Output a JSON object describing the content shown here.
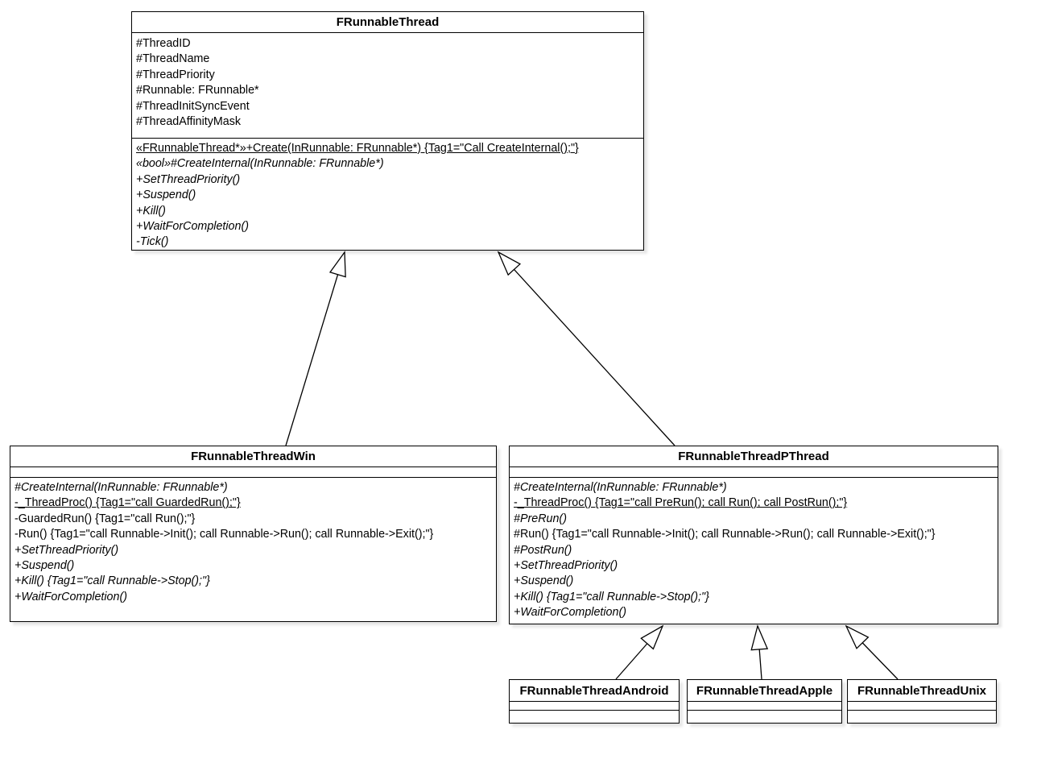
{
  "diagram": {
    "kind": "uml-class-diagram",
    "classes": {
      "base": {
        "title": "FRunnableThread",
        "attributes": [
          "#ThreadID",
          "#ThreadName",
          "#ThreadPriority",
          "#Runnable: FRunnable*",
          "#ThreadInitSyncEvent",
          "#ThreadAffinityMask"
        ],
        "methods": [
          "«FRunnableThread*»+Create(InRunnable: FRunnable*) {Tag1=\"Call CreateInternal();\"}",
          "«bool»#CreateInternal(InRunnable: FRunnable*)",
          "+SetThreadPriority()",
          "+Suspend()",
          "+Kill()",
          "+WaitForCompletion()",
          "-Tick()"
        ]
      },
      "win": {
        "title": "FRunnableThreadWin",
        "attributes": [],
        "methods": [
          "#CreateInternal(InRunnable: FRunnable*)",
          "-_ThreadProc() {Tag1=\"call GuardedRun();\"}",
          "-GuardedRun() {Tag1=\"call Run();\"}",
          "-Run() {Tag1=\"call Runnable->Init(); call Runnable->Run(); call Runnable->Exit();\"}",
          "+SetThreadPriority()",
          "+Suspend()",
          "+Kill() {Tag1=\"call Runnable->Stop();\"}",
          "+WaitForCompletion()"
        ]
      },
      "pthread": {
        "title": "FRunnableThreadPThread",
        "attributes": [],
        "methods": [
          "#CreateInternal(InRunnable: FRunnable*)",
          "-_ThreadProc() {Tag1=\"call PreRun(); call Run(); call PostRun();\"}",
          "#PreRun()",
          "#Run() {Tag1=\"call Runnable->Init(); call Runnable->Run(); call Runnable->Exit();\"}",
          "#PostRun()",
          "+SetThreadPriority()",
          "+Suspend()",
          "+Kill() {Tag1=\"call Runnable->Stop();\"}",
          "+WaitForCompletion()"
        ]
      },
      "android": {
        "title": "FRunnableThreadAndroid",
        "attributes": [],
        "methods": []
      },
      "apple": {
        "title": "FRunnableThreadApple",
        "attributes": [],
        "methods": []
      },
      "unix": {
        "title": "FRunnableThreadUnix",
        "attributes": [],
        "methods": []
      }
    },
    "relations": [
      {
        "from": "FRunnableThreadWin",
        "to": "FRunnableThread",
        "type": "generalization"
      },
      {
        "from": "FRunnableThreadPThread",
        "to": "FRunnableThread",
        "type": "generalization"
      },
      {
        "from": "FRunnableThreadAndroid",
        "to": "FRunnableThreadPThread",
        "type": "generalization"
      },
      {
        "from": "FRunnableThreadApple",
        "to": "FRunnableThreadPThread",
        "type": "generalization"
      },
      {
        "from": "FRunnableThreadUnix",
        "to": "FRunnableThreadPThread",
        "type": "generalization"
      }
    ],
    "colors": {
      "stroke": "#000000",
      "fill": "#ffffff",
      "background": "#ffffff"
    }
  }
}
